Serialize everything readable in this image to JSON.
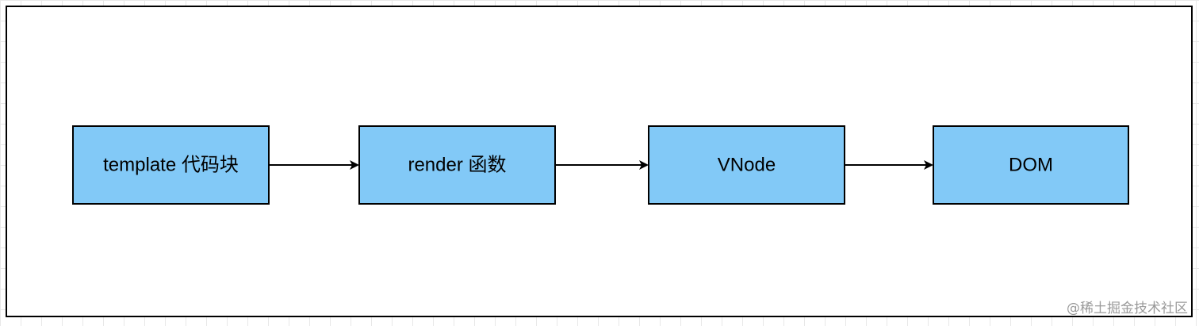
{
  "diagram": {
    "nodes": [
      {
        "id": "template",
        "label": "template 代码块"
      },
      {
        "id": "render",
        "label": "render 函数"
      },
      {
        "id": "vnode",
        "label": "VNode"
      },
      {
        "id": "dom",
        "label": "DOM"
      }
    ],
    "edges": [
      {
        "from": "template",
        "to": "render"
      },
      {
        "from": "render",
        "to": "vnode"
      },
      {
        "from": "vnode",
        "to": "dom"
      }
    ],
    "node_fill": "#82c9f7",
    "node_stroke": "#000000",
    "edge_color": "#000000"
  },
  "watermark": "@稀土掘金技术社区"
}
